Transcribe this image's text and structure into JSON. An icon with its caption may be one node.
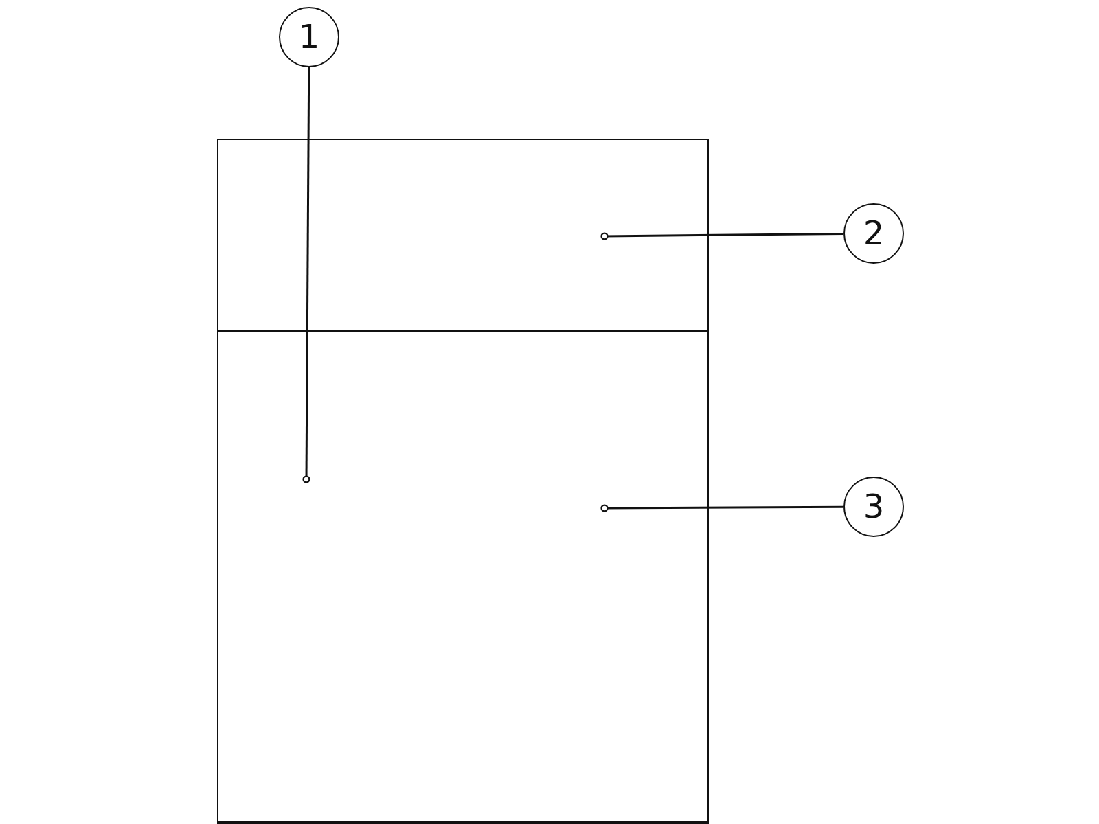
{
  "diagram": {
    "nodes": [
      {
        "text": [
          "1"
        ]
      },
      {
        "text": [],
        "shape": "box"
      },
      {
        "text": [],
        "shape": "box",
        "in": 1
      },
      {
        "text": [
          "2"
        ]
      },
      {
        "text": [],
        "shape": "box",
        "in": 1
      },
      {
        "text": [
          "3"
        ]
      }
    ],
    "edges": [
      {
        "from": 0,
        "to": 1,
        "arrow": "other"
      },
      {
        "from": 3,
        "to": 2,
        "arrow": "other"
      },
      {
        "from": 5,
        "to": 4,
        "arrow": "other"
      }
    ]
  }
}
